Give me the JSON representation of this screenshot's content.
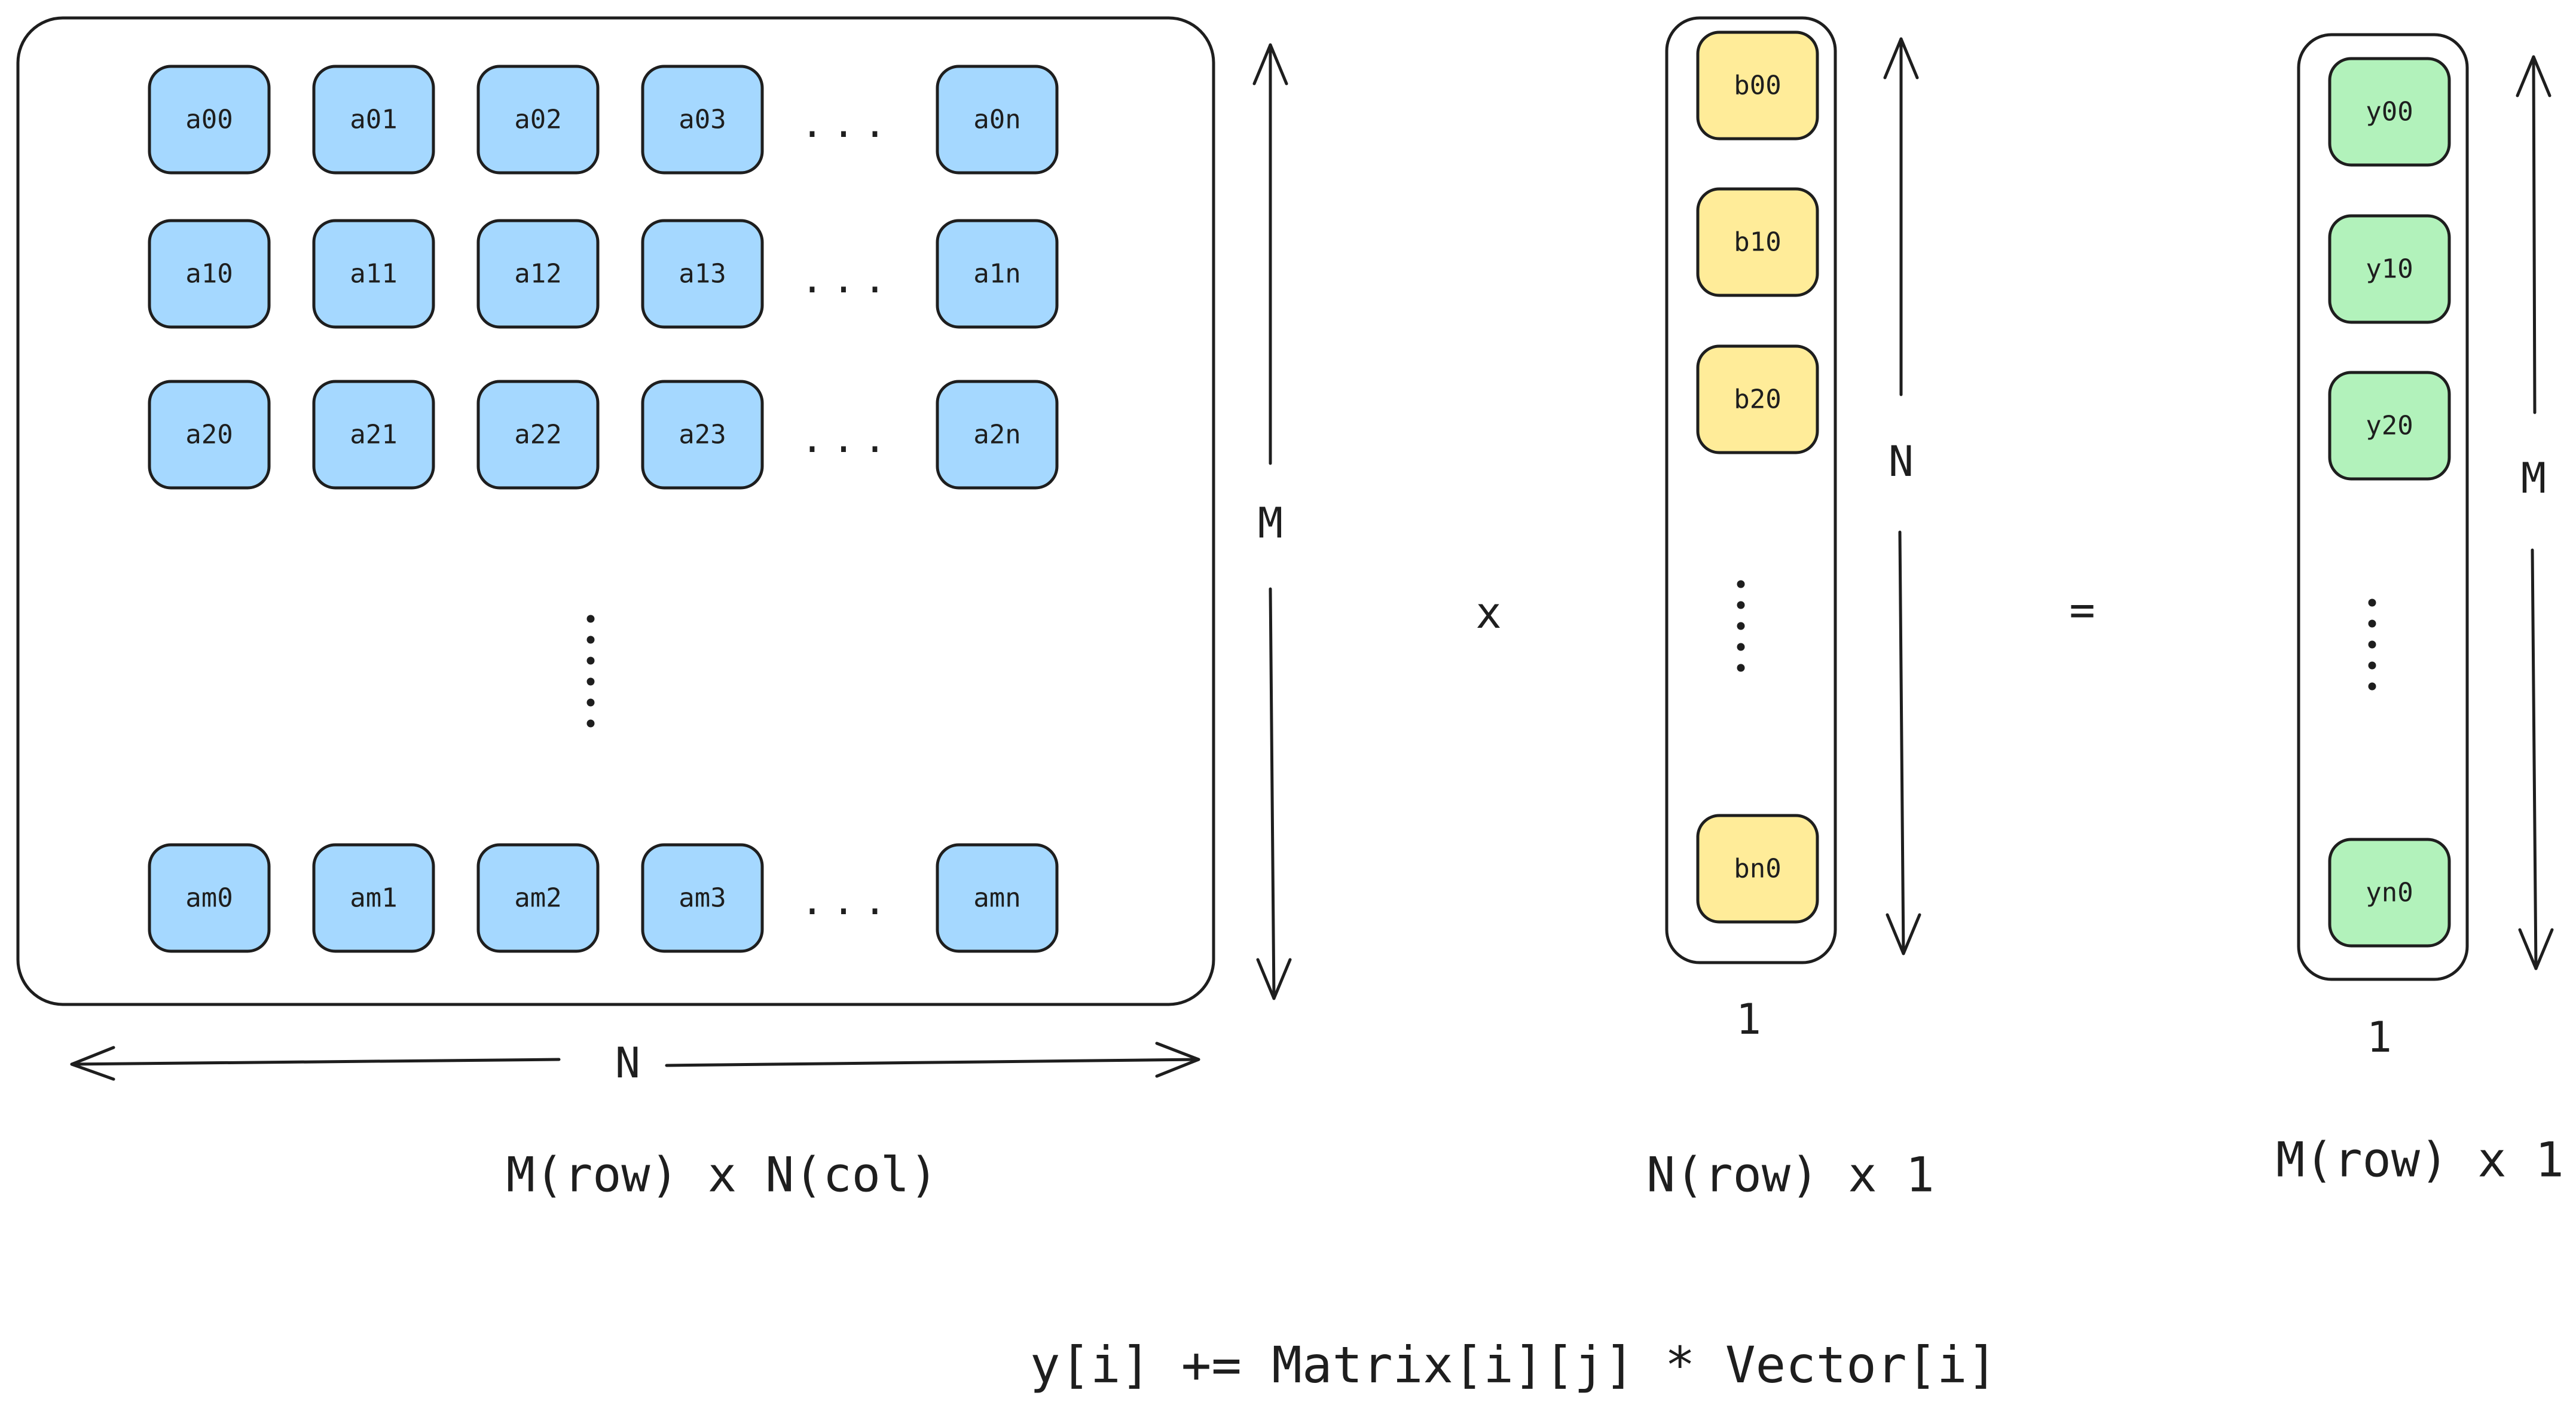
{
  "colors": {
    "matrix_cell": "#a5d8ff",
    "vector_cell": "#ffec99",
    "result_cell": "#b2f2bb",
    "stroke": "#1e1e1e"
  },
  "matrix": {
    "rows": [
      [
        "a00",
        "a01",
        "a02",
        "a03",
        "a0n"
      ],
      [
        "a10",
        "a11",
        "a12",
        "a13",
        "a1n"
      ],
      [
        "a20",
        "a21",
        "a22",
        "a23",
        "a2n"
      ],
      [
        "am0",
        "am1",
        "am2",
        "am3",
        "amn"
      ]
    ],
    "row_ellipsis": "...",
    "height_label": "M",
    "width_label": "N",
    "caption": "M(row) x N(col)"
  },
  "operators": {
    "multiply": "x",
    "equals": "="
  },
  "vector": {
    "cells": [
      "b00",
      "b10",
      "b20",
      "bn0"
    ],
    "height_label": "N",
    "width_label": "1",
    "caption": "N(row) x 1"
  },
  "result": {
    "cells": [
      "y00",
      "y10",
      "y20",
      "yn0"
    ],
    "height_label": "M",
    "width_label": "1",
    "caption": "M(row) x 1"
  },
  "formula": "y[i] += Matrix[i][j] * Vector[i]"
}
